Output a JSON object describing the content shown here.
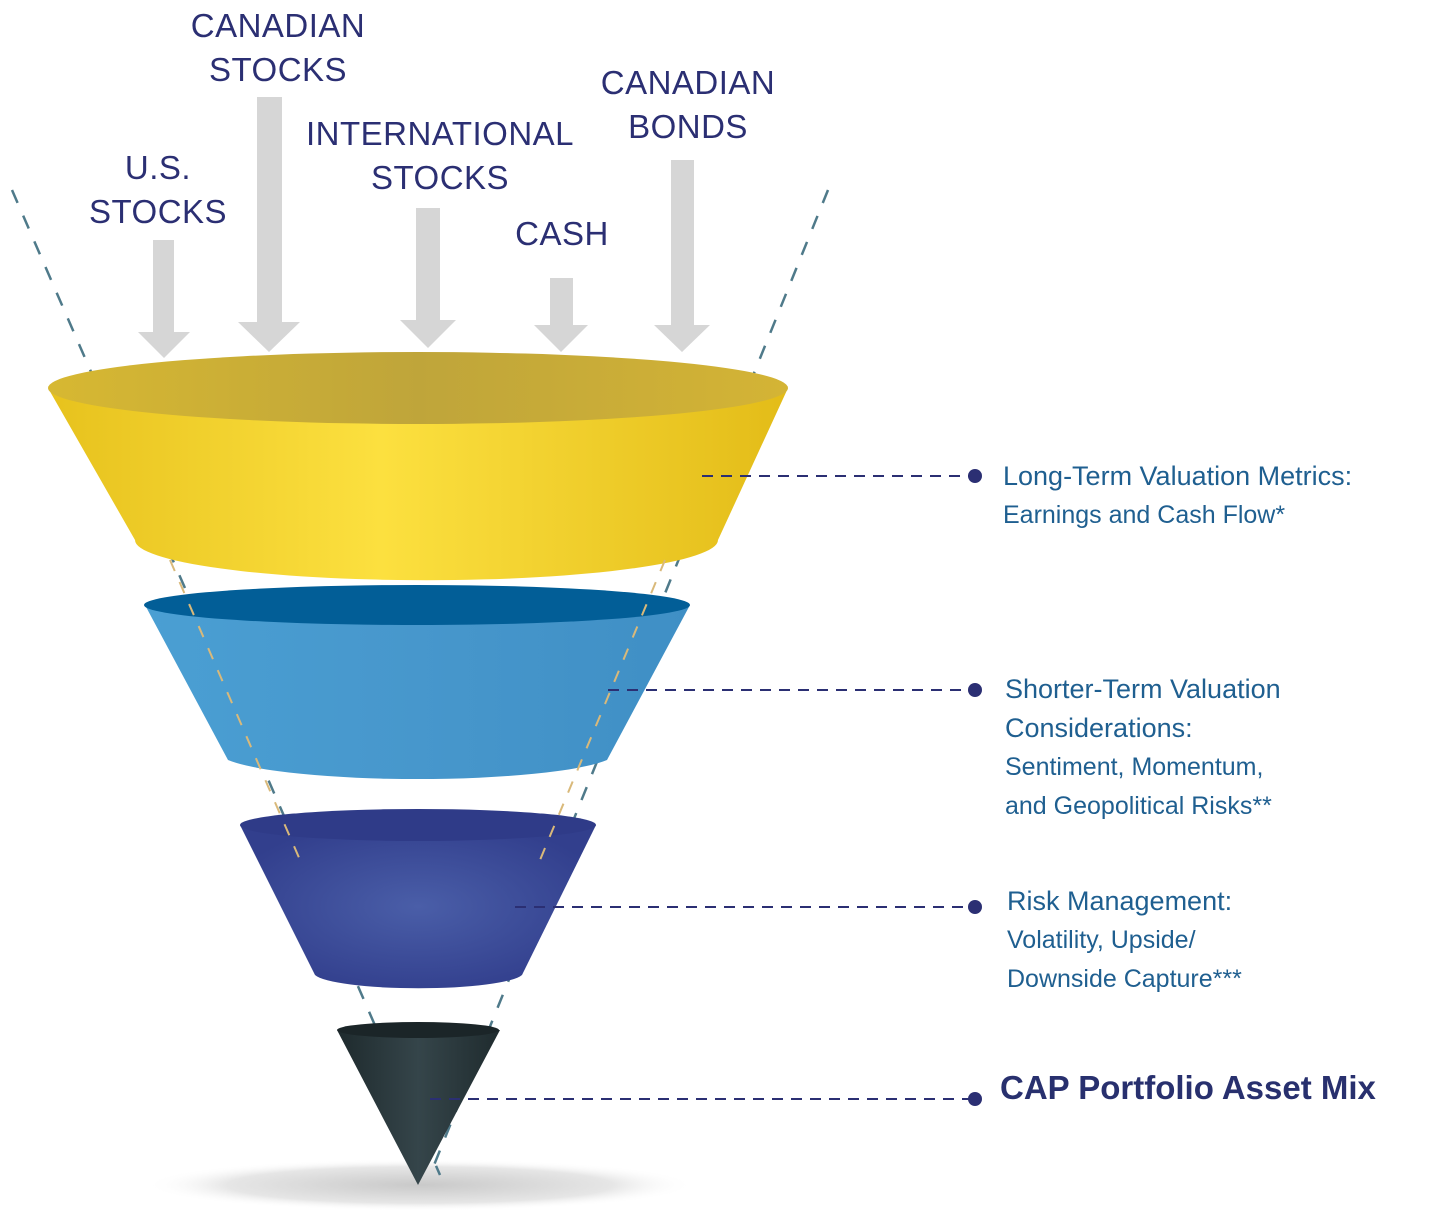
{
  "inputs": [
    {
      "id": "us-stocks",
      "lines": [
        "U.S.",
        "STOCKS"
      ]
    },
    {
      "id": "canadian-stocks",
      "lines": [
        "CANADIAN",
        "STOCKS"
      ]
    },
    {
      "id": "international-stocks",
      "lines": [
        "INTERNATIONAL",
        "STOCKS"
      ]
    },
    {
      "id": "cash",
      "lines": [
        "CASH"
      ]
    },
    {
      "id": "canadian-bonds",
      "lines": [
        "CANADIAN",
        "BONDS"
      ]
    }
  ],
  "stages": [
    {
      "id": "long-term",
      "lines": [
        "Long-Term Valuation Metrics:",
        "Earnings and Cash Flow*"
      ]
    },
    {
      "id": "shorter-term",
      "lines": [
        "Shorter-Term Valuation",
        "Considerations:",
        "Sentiment, Momentum,",
        "and Geopolitical Risks**"
      ]
    },
    {
      "id": "risk",
      "lines": [
        "Risk Management:",
        "Volatility, Upside/",
        "Downside Capture***"
      ]
    },
    {
      "id": "result",
      "lines": [
        "CAP Portfolio Asset Mix"
      ]
    }
  ],
  "colors": {
    "label_text": "#2b2f73",
    "note_text": "#1f5f90",
    "final_text": "#28306e",
    "arrow": "#d6d6d6",
    "guide_dash": "#4f7a8a",
    "leader": "#2b2f73",
    "layer1": "#f4cf2c",
    "layer2": "#4495c9",
    "layer3": "#3a4a97",
    "layer4": "#243033"
  },
  "icons": [
    "down-arrow-icon",
    "bullet-dot-icon"
  ]
}
